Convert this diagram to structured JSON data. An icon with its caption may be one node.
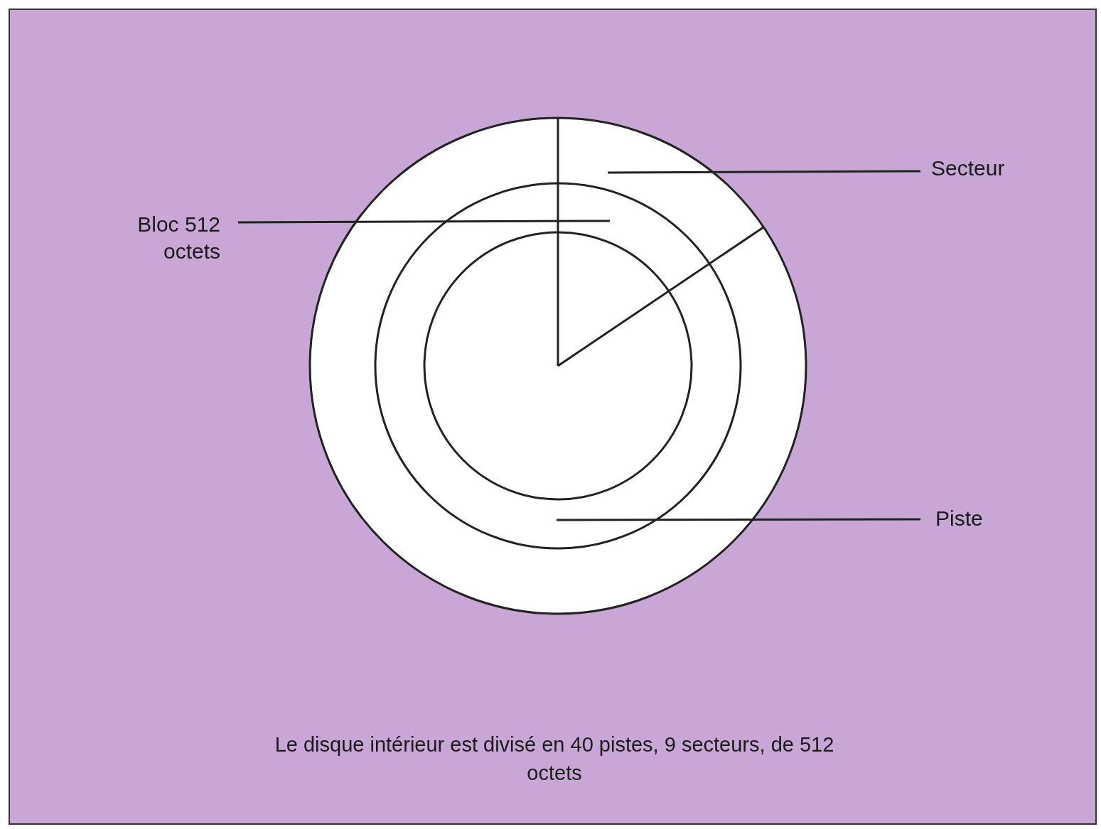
{
  "diagram": {
    "caption": "Le disque intérieur est divisé en 40 pistes, 9 secteurs, de 512 octets",
    "nodes": [
      {
        "text": [
          "Secteur"
        ]
      },
      {
        "text": [
          "Bloc 512 octets"
        ]
      },
      {
        "text": [
          "Piste"
        ]
      }
    ],
    "edges": [
      {
        "from": 0,
        "to": null,
        "arrow": "none"
      },
      {
        "from": 1,
        "to": null,
        "arrow": "none"
      },
      {
        "from": 2,
        "to": null,
        "arrow": "none"
      }
    ]
  }
}
